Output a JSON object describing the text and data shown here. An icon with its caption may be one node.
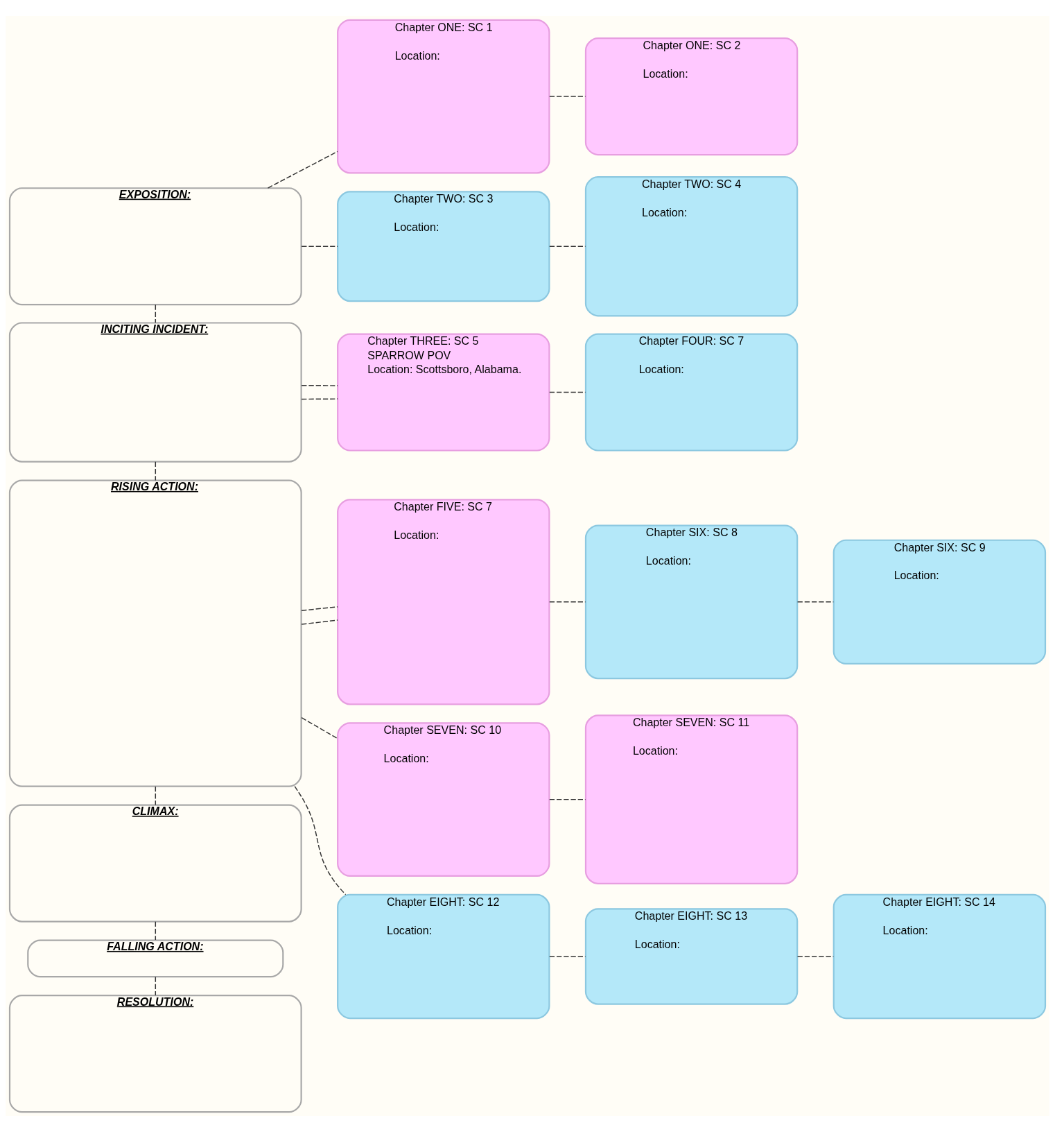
{
  "diagram": {
    "nodes": [
      {
        "text": [
          "EXPOSITION:"
        ]
      },
      {
        "text": [
          "INCITING INCIDENT:"
        ]
      },
      {
        "text": [
          "RISING ACTION:"
        ]
      },
      {
        "text": [
          "CLIMAX:"
        ]
      },
      {
        "text": [
          "FALLING ACTION:"
        ]
      },
      {
        "text": [
          "RESOLUTION:"
        ]
      },
      {
        "text": [
          "Chapter ONE: SC 1",
          "Location:"
        ]
      },
      {
        "text": [
          "Chapter ONE: SC 2",
          "Location:"
        ]
      },
      {
        "text": [
          "Chapter TWO: SC 3",
          "Location:"
        ]
      },
      {
        "text": [
          "Chapter TWO: SC 4",
          "Location:"
        ]
      },
      {
        "text": [
          "Chapter THREE: SC 5",
          "SPARROW POV",
          "Location: Scottsboro, Alabama."
        ]
      },
      {
        "text": [
          "Chapter FOUR: SC 7",
          "Location:"
        ]
      },
      {
        "text": [
          "Chapter FIVE: SC 7",
          "Location:"
        ]
      },
      {
        "text": [
          "Chapter SIX: SC 8",
          "Location:"
        ]
      },
      {
        "text": [
          "Chapter SIX: SC 9",
          "Location:"
        ]
      },
      {
        "text": [
          "Chapter SEVEN: SC 10",
          "Location:"
        ]
      },
      {
        "text": [
          "Chapter SEVEN: SC 11",
          "Location:"
        ]
      },
      {
        "text": [
          "Chapter EIGHT: SC 12",
          "Location:"
        ]
      },
      {
        "text": [
          "Chapter EIGHT: SC 13",
          "Location:"
        ]
      },
      {
        "text": [
          "Chapter EIGHT: SC 14",
          "Location:"
        ]
      }
    ],
    "edges": [
      {
        "from": 0,
        "to": 6,
        "arrow": "none",
        "style": "dashed"
      },
      {
        "from": 6,
        "to": 7,
        "arrow": "none",
        "style": "dashed"
      },
      {
        "from": 0,
        "to": 8,
        "arrow": "none",
        "style": "dashed"
      },
      {
        "from": 8,
        "to": 9,
        "arrow": "none",
        "style": "dashed"
      },
      {
        "from": 0,
        "to": 1,
        "arrow": "none",
        "style": "dashed"
      },
      {
        "from": 1,
        "to": 10,
        "arrow": "none",
        "style": "dashed"
      },
      {
        "from": 1,
        "to": 10,
        "arrow": "none",
        "style": "dashed"
      },
      {
        "from": 10,
        "to": 11,
        "arrow": "none",
        "style": "dashed"
      },
      {
        "from": 1,
        "to": 2,
        "arrow": "none",
        "style": "dashed"
      },
      {
        "from": 2,
        "to": 12,
        "arrow": "none",
        "style": "dashed"
      },
      {
        "from": 2,
        "to": 12,
        "arrow": "none",
        "style": "dashed"
      },
      {
        "from": 12,
        "to": 13,
        "arrow": "none",
        "style": "dashed"
      },
      {
        "from": 13,
        "to": 14,
        "arrow": "none",
        "style": "dashed"
      },
      {
        "from": 2,
        "to": 15,
        "arrow": "none",
        "style": "dashed"
      },
      {
        "from": 15,
        "to": 16,
        "arrow": "none",
        "style": "dashed"
      },
      {
        "from": 2,
        "to": 17,
        "arrow": "none",
        "style": "dashed"
      },
      {
        "from": 17,
        "to": 18,
        "arrow": "none",
        "style": "dashed"
      },
      {
        "from": 18,
        "to": 19,
        "arrow": "none",
        "style": "dashed"
      },
      {
        "from": 2,
        "to": 3,
        "arrow": "none",
        "style": "dashed"
      },
      {
        "from": 3,
        "to": 4,
        "arrow": "none",
        "style": "dashed"
      },
      {
        "from": 4,
        "to": 5,
        "arrow": "none",
        "style": "dashed"
      }
    ]
  }
}
